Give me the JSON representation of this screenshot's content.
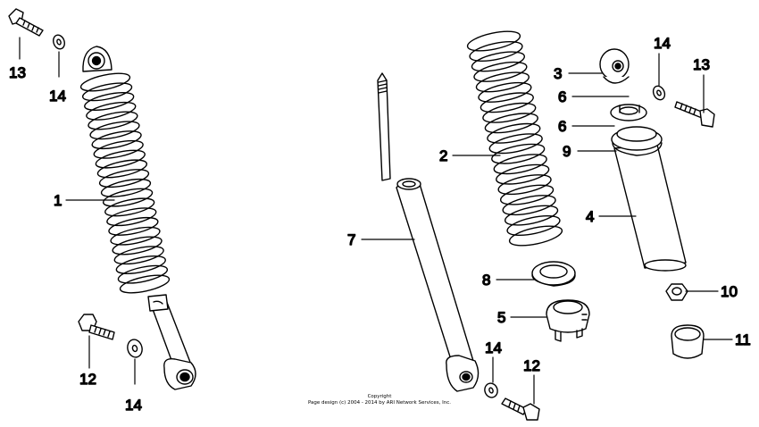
{
  "callouts": {
    "c13_left": "13",
    "c14_left": "14",
    "c1": "1",
    "c12_left": "12",
    "c14_bottom_left": "14",
    "c7": "7",
    "c2": "2",
    "c3": "3",
    "c6_upper": "6",
    "c6_lower": "6",
    "c9": "9",
    "c4": "4",
    "c14_right": "14",
    "c13_right": "13",
    "c8": "8",
    "c5": "5",
    "c10": "10",
    "c11": "11",
    "c14_bottom_right": "14",
    "c12_right": "12"
  },
  "copyright": {
    "line1": "Copyright",
    "line2": "Page design (c) 2004 - 2014 by ARI Network Services, Inc."
  }
}
